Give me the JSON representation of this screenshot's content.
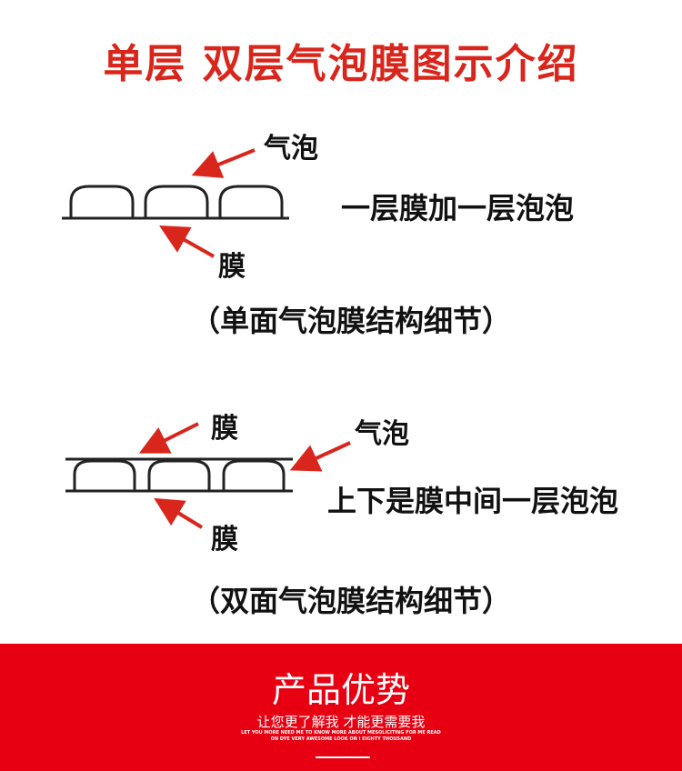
{
  "title": "单层  双层气泡膜图示介绍",
  "single": {
    "bubble_label": "气泡",
    "film_label": "膜",
    "description": "一层膜加一层泡泡",
    "caption": "（单面气泡膜结构细节）"
  },
  "double": {
    "film_top_label": "膜",
    "bubble_label": "气泡",
    "film_bottom_label": "膜",
    "description": "上下是膜中间一层泡泡",
    "caption": "（双面气泡膜结构细节）"
  },
  "banner": {
    "heading": "产品优势",
    "subheading": "让您更了解我 才能更需要我",
    "english_line1": "LET YOU MORE NEED ME TO KNOW MORE ABOUT MESOLICITING FOR ME READ",
    "english_line2": "ON DYE VERY AWESOME LOOK ON I EIGHTY THOUSAND"
  },
  "colors": {
    "accent": "#e60012",
    "arrow": "#d9261c"
  }
}
